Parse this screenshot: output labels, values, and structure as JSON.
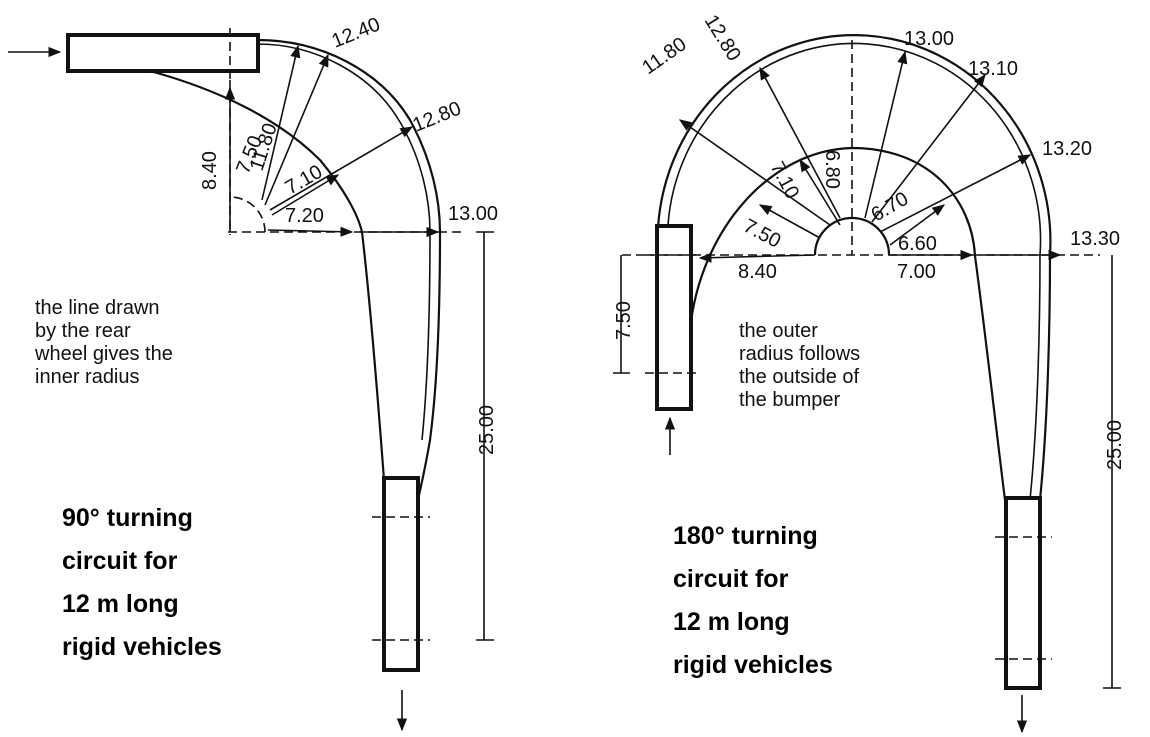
{
  "left_diagram": {
    "dimensions": {
      "outer_12_40": "12.40",
      "outer_12_80": "12.80",
      "outer_13_00": "13.00",
      "inner_11_80": "11.80",
      "inner_7_50": "7.50",
      "inner_7_10": "7.10",
      "inner_7_20": "7.20",
      "offset_8_40": "8.40",
      "straight_25_00": "25.00"
    },
    "note": "the line drawn\nby the rear\nwheel gives the\ninner radius",
    "caption": "90° turning\ncircuit for\n12 m long\nrigid vehicles"
  },
  "right_diagram": {
    "dimensions": {
      "outer_11_80": "11.80",
      "outer_12_80": "12.80",
      "outer_13_00": "13.00",
      "outer_13_10": "13.10",
      "outer_13_20": "13.20",
      "outer_13_30": "13.30",
      "inner_7_10": "7.10",
      "inner_6_80": "6.80",
      "inner_6_70": "6.70",
      "inner_6_60": "6.60",
      "inner_7_50": "7.50",
      "base_8_40": "8.40",
      "base_7_00": "7.00",
      "side_7_50": "7.50",
      "straight_25_00": "25.00"
    },
    "note": "the outer\nradius follows\nthe outside of\nthe bumper",
    "caption": "180° turning\ncircuit for\n12 m long\nrigid vehicles"
  },
  "icons": [
    "entry-arrow-icon",
    "exit-arrow-icon",
    "entry-arrow-up-icon",
    "exit-arrow-down-icon"
  ]
}
